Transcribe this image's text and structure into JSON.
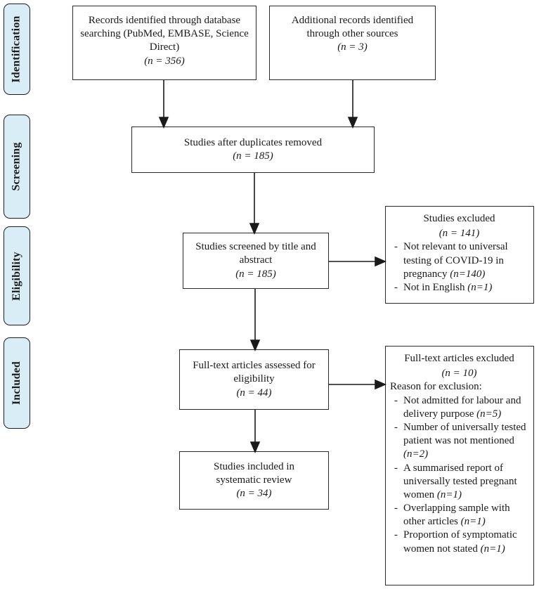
{
  "diagram_type": "PRISMA flow diagram",
  "colors": {
    "stage_fill": "#d9edf7",
    "stage_border": "#1f1f1f",
    "box_border": "#2b2b2b",
    "arrow": "#1a1a1a",
    "background": "#ffffff"
  },
  "bullet_marker": "-",
  "stages": [
    {
      "label": "Identification"
    },
    {
      "label": "Screening"
    },
    {
      "label": "Eligibility"
    },
    {
      "label": "Included"
    }
  ],
  "boxes": {
    "records_identified": {
      "text": "Records identified through database searching (PubMed, EMBASE, Science Direct)",
      "n": "(n = 356)"
    },
    "additional_records": {
      "text": "Additional records identified through other sources",
      "n": "(n = 3)"
    },
    "duplicates_removed": {
      "text": "Studies after duplicates removed",
      "n": "(n = 185)"
    },
    "title_abstract_screened": {
      "text": "Studies screened by title and abstract",
      "n": "(n = 185)"
    },
    "studies_excluded": {
      "title": "Studies excluded",
      "n": "(n = 141)",
      "bullets": [
        {
          "text": "Not relevant to universal testing of COVID-19 in pregnancy ",
          "n": "(n=140)"
        },
        {
          "text": "Not in English ",
          "n": "(n=1)"
        }
      ]
    },
    "fulltext_assessed": {
      "text": "Full-text articles assessed for eligibility",
      "n": "(n = 44)"
    },
    "fulltext_excluded": {
      "title": "Full-text articles excluded",
      "n": "(n = 10)",
      "reason_label": "Reason for exclusion:",
      "bullets": [
        {
          "text": "Not admitted for labour and delivery purpose ",
          "n": "(n=5)"
        },
        {
          "text": "Number of universally tested patient was not mentioned ",
          "n": "(n=2)"
        },
        {
          "text": "A summarised report of universally tested pregnant women ",
          "n": "(n=1)"
        },
        {
          "text": "Overlapping sample with other articles ",
          "n": "(n=1)"
        },
        {
          "text": "Proportion of symptomatic women not stated ",
          "n": "(n=1)"
        }
      ]
    },
    "included_review": {
      "text": "Studies included in systematic review",
      "n": "(n = 34)"
    }
  }
}
